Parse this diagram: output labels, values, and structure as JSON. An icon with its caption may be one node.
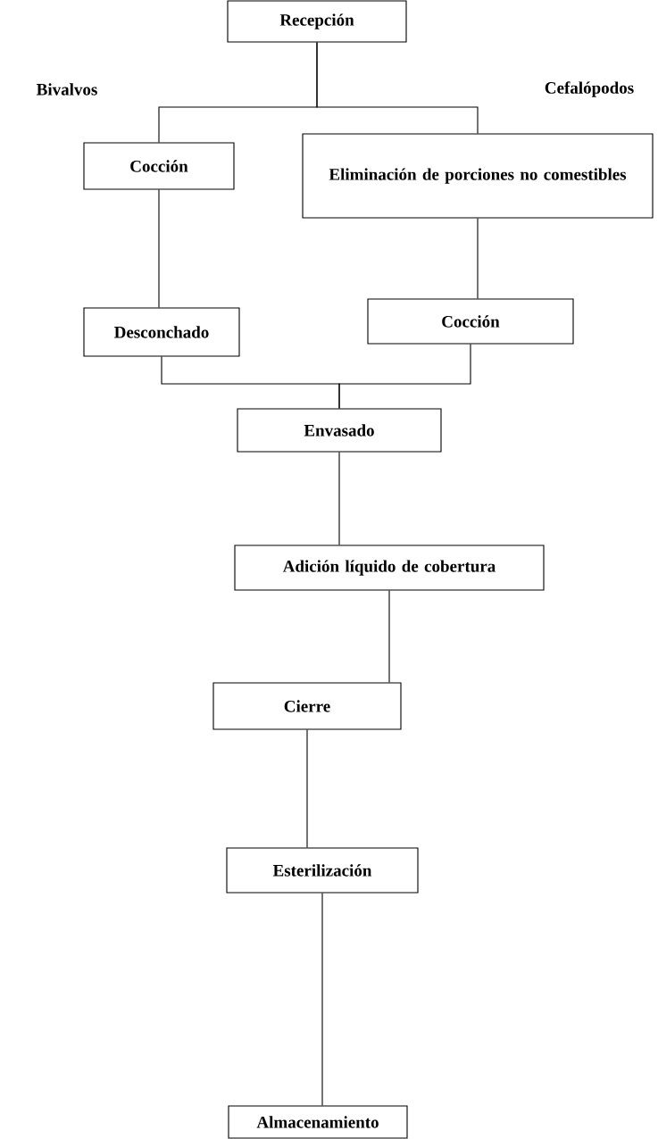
{
  "diagram": {
    "nodes": [
      {
        "text": [
          "Recepción"
        ]
      },
      {
        "text": [
          "Cocción"
        ]
      },
      {
        "text": [
          "Eliminación de porciones no comestibles"
        ]
      },
      {
        "text": [
          "Desconchado"
        ]
      },
      {
        "text": [
          "Cocción"
        ]
      },
      {
        "text": [
          "Envasado"
        ]
      },
      {
        "text": [
          "Adición líquido de cobertura"
        ]
      },
      {
        "text": [
          "Cierre"
        ]
      },
      {
        "text": [
          "Esterilización"
        ]
      },
      {
        "text": [
          "Almacenamiento"
        ]
      }
    ],
    "edges": [
      {
        "from": 0,
        "to": 1,
        "arrow": "none",
        "label": "Bivalvos"
      },
      {
        "from": 0,
        "to": 2,
        "arrow": "none",
        "label": "Cefalópodos"
      },
      {
        "from": 1,
        "to": 3,
        "arrow": "none"
      },
      {
        "from": 2,
        "to": 4,
        "arrow": "none"
      },
      {
        "from": 3,
        "to": 5,
        "arrow": "none"
      },
      {
        "from": 4,
        "to": 5,
        "arrow": "none"
      },
      {
        "from": 5,
        "to": 6,
        "arrow": "none"
      },
      {
        "from": 6,
        "to": 7,
        "arrow": "none"
      },
      {
        "from": 7,
        "to": 8,
        "arrow": "none"
      },
      {
        "from": 8,
        "to": 9,
        "arrow": "none"
      }
    ]
  }
}
